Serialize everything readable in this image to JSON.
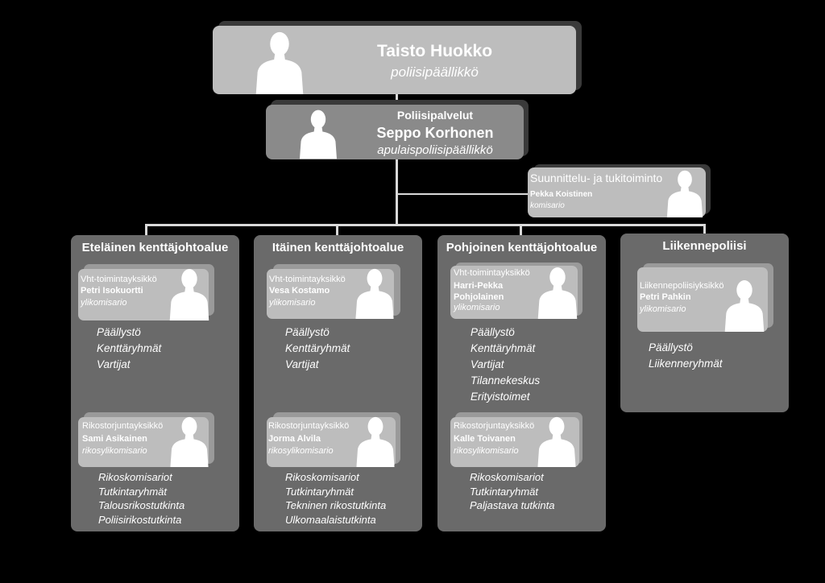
{
  "top": {
    "name": "Taisto Huokko",
    "role": "poliisipäällikkö"
  },
  "second": {
    "unit": "Poliisipalvelut",
    "name": "Seppo Korhonen",
    "role": "apulaispoliisipäällikkö"
  },
  "planning": {
    "unit": "Suunnittelu- ja tukitoiminto",
    "name": "Pekka Koistinen",
    "role": "komisario"
  },
  "columns": [
    {
      "title": "Eteläinen kenttäjohtoalue",
      "unit1": {
        "unit": "Vht-toimintayksikkö",
        "name": "Petri Isokuortti",
        "role": "ylikomisario"
      },
      "tasks1": [
        "Päällystö",
        "Kenttäryhmät",
        "Vartijat"
      ],
      "unit2": {
        "unit": "Rikostorjuntayksikkö",
        "name": "Sami Asikainen",
        "role": "rikosylikomisario"
      },
      "tasks2": [
        "Rikoskomisariot",
        "Tutkintaryhmät",
        "Talousrikostutkinta",
        "Poliisirikostutkinta"
      ]
    },
    {
      "title": "Itäinen kenttäjohtoalue",
      "unit1": {
        "unit": "Vht-toimintayksikkö",
        "name": "Vesa Kostamo",
        "role": "ylikomisario"
      },
      "tasks1": [
        "Päällystö",
        "Kenttäryhmät",
        "Vartijat"
      ],
      "unit2": {
        "unit": "Rikostorjuntayksikkö",
        "name": "Jorma Alvila",
        "role": "rikosylikomisario"
      },
      "tasks2": [
        "Rikoskomisariot",
        "Tutkintaryhmät",
        "Tekninen rikostutkinta",
        "Ulkomaalaistutkinta"
      ]
    },
    {
      "title": "Pohjoinen kenttäjohtoalue",
      "unit1": {
        "unit": "Vht-toimintayksikkö",
        "name": "Harri-Pekka Pohjolainen",
        "role": "ylikomisario"
      },
      "tasks1": [
        "Päällystö",
        "Kenttäryhmät",
        "Vartijat",
        "Tilannekeskus",
        "Erityistoimet"
      ],
      "unit2": {
        "unit": "Rikostorjuntayksikkö",
        "name": "Kalle Toivanen",
        "role": "rikosylikomisario"
      },
      "tasks2": [
        "Rikoskomisariot",
        "Tutkintaryhmät",
        "Paljastava tutkinta"
      ]
    },
    {
      "title": "Liikennepoliisi",
      "unit1": {
        "unit": "Liikennepoliisiyksikkö",
        "name": "Petri Pahkin",
        "role": "ylikomisario"
      },
      "tasks1": [
        "Päällystö",
        "Liikenneryhmät"
      ]
    }
  ],
  "icons": {
    "person": "person-silhouette-icon"
  },
  "colors": {
    "background": "#000000",
    "box_light": "#bdbdbd",
    "box_mid": "#8a8a8a",
    "column": "#6a6a6a"
  }
}
